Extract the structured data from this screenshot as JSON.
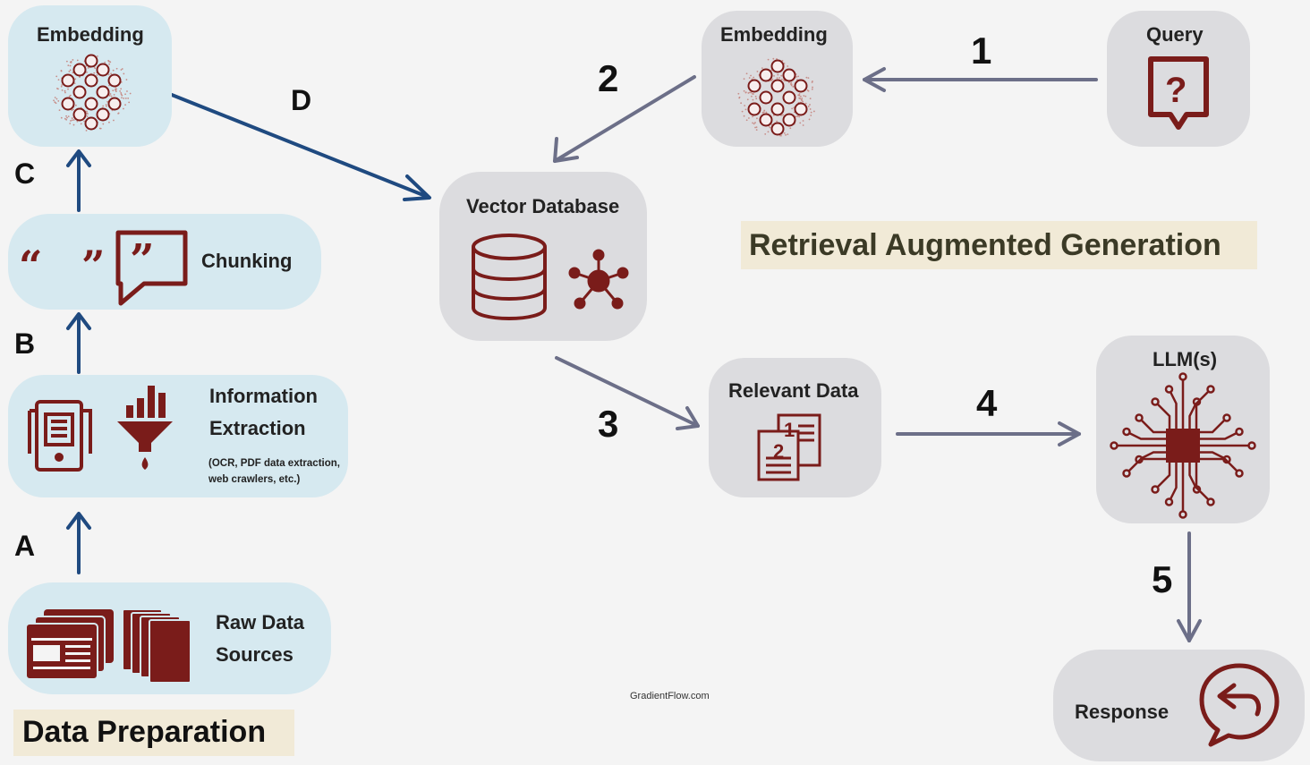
{
  "colors": {
    "node_blue": "#d6e9f0",
    "node_grey": "#dcdcdf",
    "icon_red": "#7a1c1a",
    "arrow_blue": "#1f4a80",
    "arrow_grey": "#6c6f88",
    "banner_bg": "#f1ead7"
  },
  "data_prep": {
    "embedding_label": "Embedding",
    "chunking_label": "Chunking",
    "info_extraction_line1": "Information",
    "info_extraction_line2": "Extraction",
    "info_extraction_note1": "(OCR, PDF data extraction,",
    "info_extraction_note2": "web crawlers, etc.)",
    "raw_data_line1": "Raw Data",
    "raw_data_line2": "Sources",
    "banner": "Data Preparation"
  },
  "edge_labels": {
    "a": "A",
    "b": "B",
    "c": "C",
    "d": "D"
  },
  "rag": {
    "embedding_label": "Embedding",
    "query_label": "Query",
    "vector_db_label": "Vector Database",
    "relevant_data_label": "Relevant Data",
    "llm_label": "LLM(s)",
    "response_label": "Response",
    "banner": "Retrieval Augmented Generation"
  },
  "steps": {
    "s1": "1",
    "s2": "2",
    "s3": "3",
    "s4": "4",
    "s5": "5"
  },
  "credit": "GradientFlow.com",
  "icons": [
    "neural-net-icon",
    "quote-marks-icon",
    "quote-bubble-icon",
    "document-scan-icon",
    "funnel-chart-icon",
    "web-pages-icon",
    "document-stack-icon",
    "database-icon",
    "graph-node-icon",
    "question-bubble-icon",
    "numbered-list-icon",
    "chip-circuit-icon",
    "reply-bubble-icon"
  ]
}
